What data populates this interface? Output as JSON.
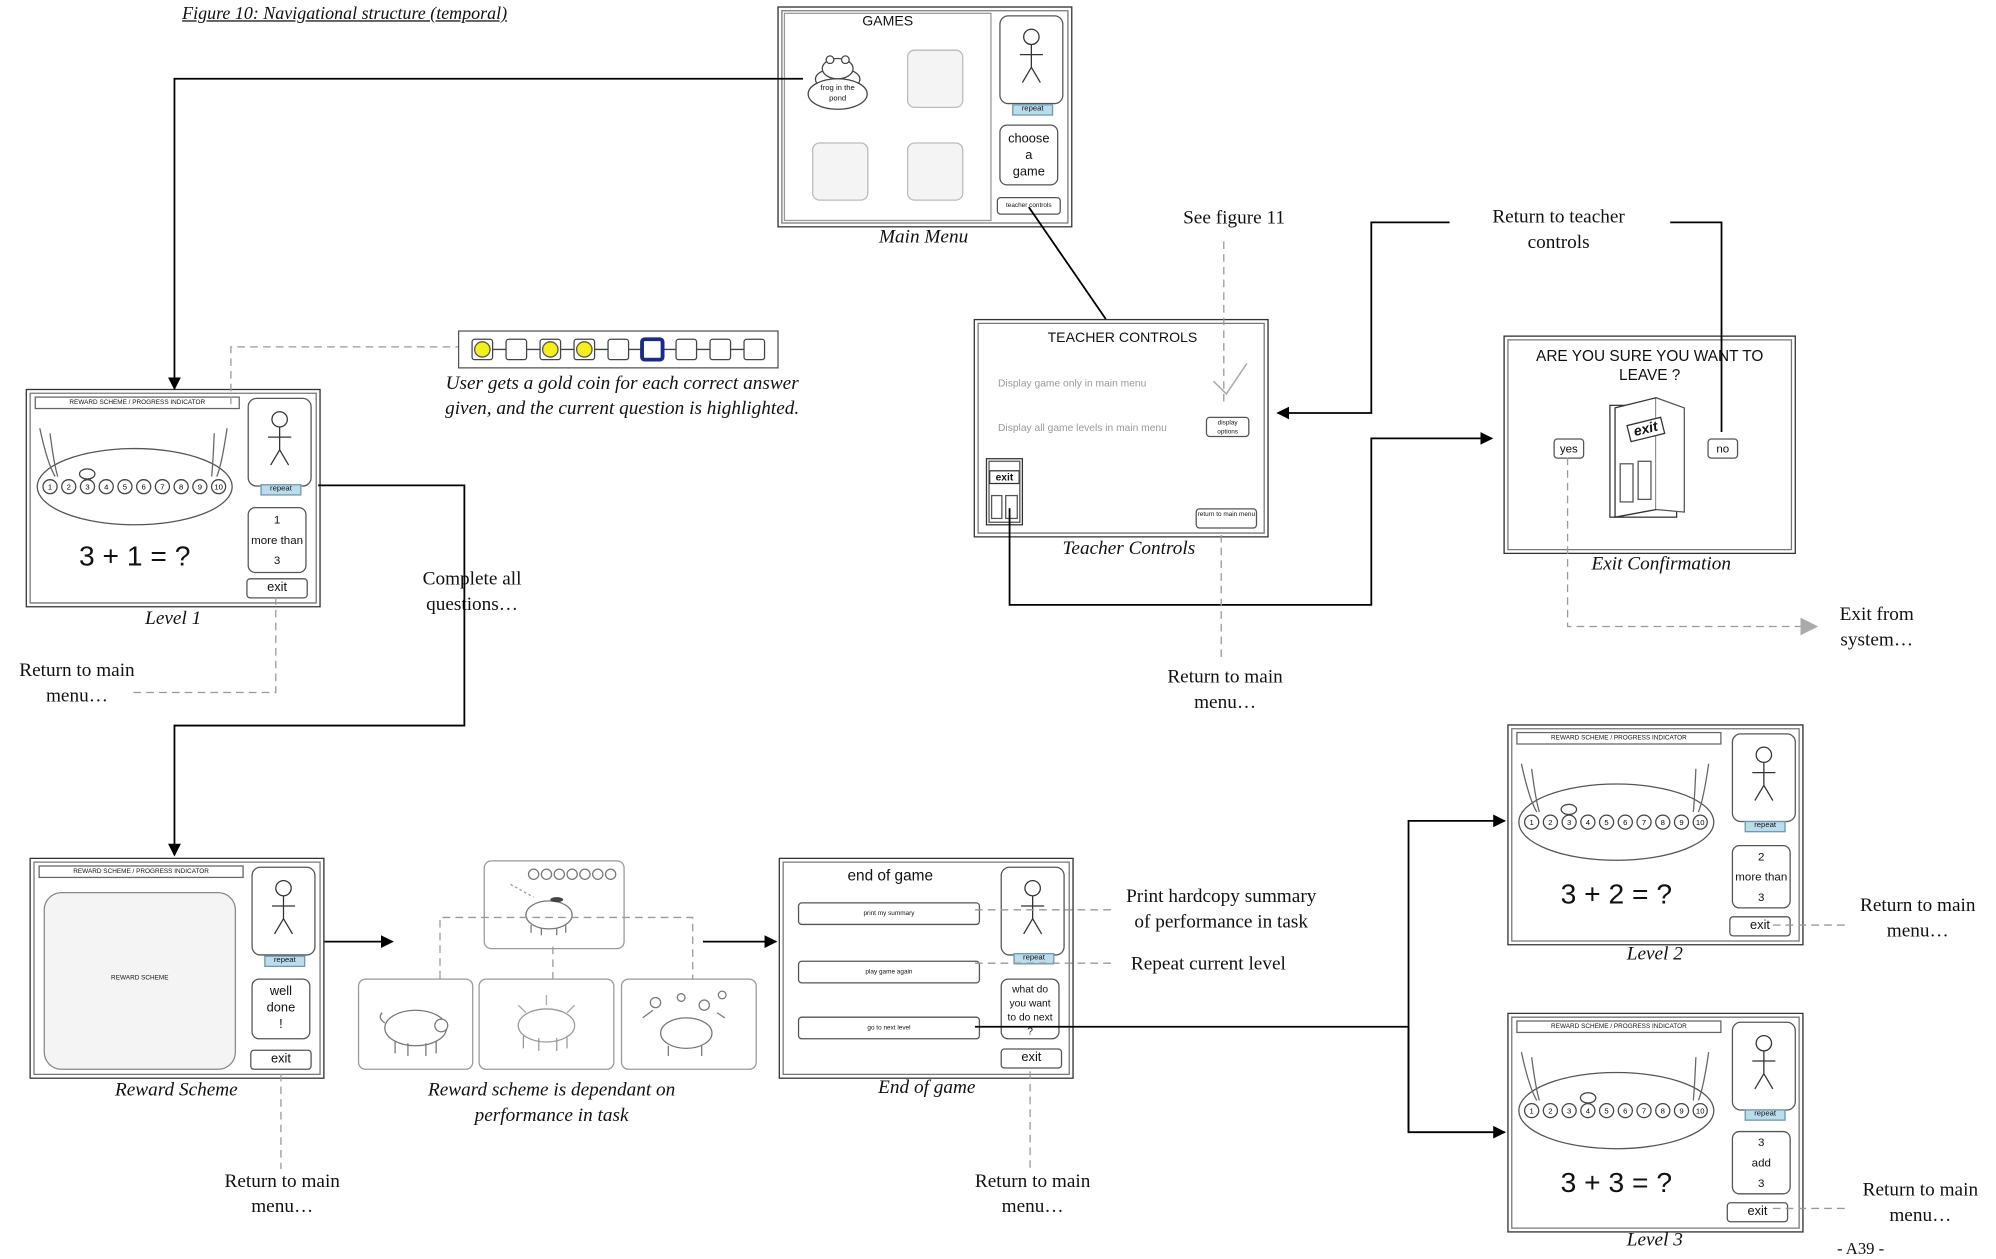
{
  "figure_title": "Figure 10: Navigational structure (temporal)",
  "page_number": "- A39 -",
  "main_menu": {
    "caption": "Main Menu",
    "games_heading": "GAMES",
    "game_tile_label": "frog in the pond",
    "repeat_label": "repeat",
    "prompt_lines": [
      "choose",
      "a",
      "game"
    ],
    "teacher_controls_button": "teacher controls"
  },
  "level1": {
    "caption": "Level 1",
    "progress_bar_label": "REWARD SCHEME / PROGRESS INDICATOR",
    "question": "3 + 1 = ?",
    "answer_lines": [
      "1",
      "more than",
      "3"
    ],
    "exit_label": "exit",
    "repeat_label": "repeat",
    "track_numbers": [
      "1",
      "2",
      "3",
      "4",
      "5",
      "6",
      "7",
      "8",
      "9",
      "10"
    ]
  },
  "progress_strip": {
    "coins": [
      "gold",
      "empty",
      "gold",
      "gold",
      "empty",
      "current",
      "empty",
      "empty",
      "empty"
    ],
    "note_line1": "User gets a gold coin for each correct answer",
    "note_line2": "given, and the current question is highlighted."
  },
  "teacher_controls": {
    "caption": "Teacher Controls",
    "heading": "TEACHER CONTROLS",
    "option1": "Display game only in main menu",
    "option2": "Display all game levels in main menu",
    "display_options_button": "display options",
    "exit_door_label": "exit",
    "return_button": "return to main menu",
    "see_figure": "See figure 11"
  },
  "exit_confirmation": {
    "caption": "Exit Confirmation",
    "question_line1": "ARE YOU SURE YOU WANT TO",
    "question_line2": "LEAVE ?",
    "yes_label": "yes",
    "no_label": "no",
    "door_label": "exit",
    "return_note_line1": "Return to teacher",
    "return_note_line2": "controls",
    "exit_note_line1": "Exit from",
    "exit_note_line2": "system…"
  },
  "notes": {
    "return_main_line1": "Return to main",
    "return_main_line2": "menu…",
    "complete_line1": "Complete all",
    "complete_line2": "questions…"
  },
  "reward_scheme": {
    "caption": "Reward Scheme",
    "progress_bar_label": "REWARD SCHEME / PROGRESS INDICATOR",
    "panel_label": "REWARD SCHEME",
    "praise_lines": [
      "well",
      "done",
      "!"
    ],
    "exit_label": "exit",
    "repeat_label": "repeat",
    "note_line1": "Reward scheme is dependant on",
    "note_line2": "performance in task"
  },
  "end_of_game": {
    "caption": "End of game",
    "heading": "end of game",
    "print_button": "print my summary",
    "play_again_button": "play game again",
    "next_level_button": "go to next level",
    "question_lines": [
      "what do",
      "you want",
      "to do next",
      "?"
    ],
    "exit_label": "exit",
    "repeat_label": "repeat",
    "print_note_line1": "Print hardcopy summary",
    "print_note_line2": "of performance in task",
    "repeat_note": "Repeat current level"
  },
  "level2": {
    "caption": "Level 2",
    "progress_bar_label": "REWARD SCHEME / PROGRESS INDICATOR",
    "question": "3 + 2 = ?",
    "answer_lines": [
      "2",
      "more than",
      "3"
    ],
    "exit_label": "exit",
    "repeat_label": "repeat"
  },
  "level3": {
    "caption": "Level 3",
    "progress_bar_label": "REWARD SCHEME / PROGRESS INDICATOR",
    "question": "3 + 3 = ?",
    "answer_lines": [
      "3",
      "add",
      "3"
    ],
    "exit_label": "exit",
    "repeat_label": "repeat"
  }
}
